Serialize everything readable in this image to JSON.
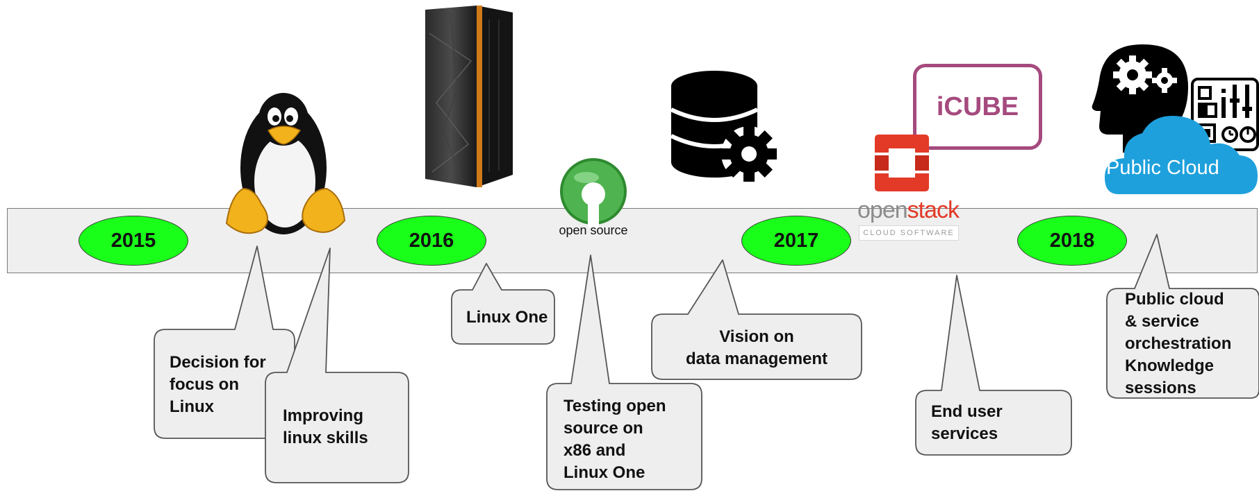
{
  "timeline": {
    "years": [
      "2015",
      "2016",
      "2017",
      "2018"
    ]
  },
  "milestones": [
    {
      "text": "Decision for\nfocus on\nLinux"
    },
    {
      "text": "Improving\nlinux skills"
    },
    {
      "text": "Linux One"
    },
    {
      "text": "Testing open\nsource on\nx86 and\nLinux One"
    },
    {
      "text": "Vision on\ndata management"
    },
    {
      "text": "End user\nservices"
    },
    {
      "text": "Public cloud\n& service\norchestration\nKnowledge\nsessions"
    }
  ],
  "logos": {
    "opensource_label": "open source",
    "openstack_label_a": "open",
    "openstack_label_b": "stack",
    "openstack_sub": "CLOUD SOFTWARE",
    "icube_label": "iCUBE",
    "cloud_label": "Public Cloud"
  },
  "colors": {
    "year_fill": "#19ff19",
    "band_fill": "#efefef",
    "callout_fill": "#eeeeee",
    "icube_border": "#a54a7e",
    "openstack_red": "#e23a27",
    "cloud_blue": "#1ea0dc"
  }
}
